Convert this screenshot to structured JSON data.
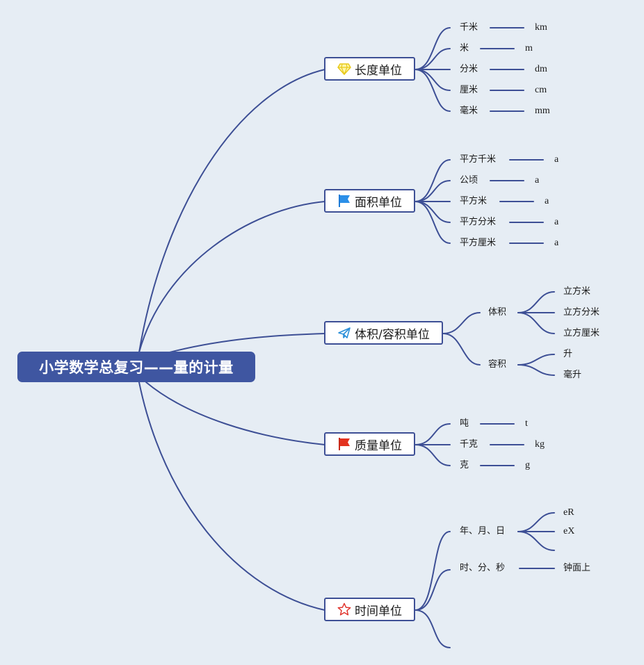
{
  "root": {
    "label": "小学数学总复习——量的计量"
  },
  "length": {
    "label": "长度单位",
    "icon": "diamond-icon",
    "items": [
      {
        "name": "千米",
        "unit": "km"
      },
      {
        "name": "米",
        "unit": "m"
      },
      {
        "name": "分米",
        "unit": "dm"
      },
      {
        "name": "厘米",
        "unit": "cm"
      },
      {
        "name": "毫米",
        "unit": "mm"
      }
    ]
  },
  "area": {
    "label": "面积单位",
    "icon": "blue-flag-icon",
    "items": [
      {
        "name": "平方千米",
        "unit": "a"
      },
      {
        "name": "公顷",
        "unit": "a"
      },
      {
        "name": "平方米",
        "unit": "a"
      },
      {
        "name": "平方分米",
        "unit": "a"
      },
      {
        "name": "平方厘米",
        "unit": "a"
      }
    ]
  },
  "volume": {
    "label": "体积/容积单位",
    "icon": "paper-plane-icon",
    "groups": [
      {
        "name": "体积",
        "items": [
          "立方米",
          "立方分米",
          "立方厘米"
        ]
      },
      {
        "name": "容积",
        "items": [
          "升",
          "毫升"
        ]
      }
    ]
  },
  "mass": {
    "label": "质量单位",
    "icon": "red-flag-icon",
    "items": [
      {
        "name": "吨",
        "unit": "t"
      },
      {
        "name": "千克",
        "unit": "kg"
      },
      {
        "name": "克",
        "unit": "g"
      }
    ]
  },
  "time": {
    "label": "时间单位",
    "icon": "star-icon",
    "ymd": {
      "name": "年、月、日",
      "subs": [
        "eR",
        "eX"
      ]
    },
    "hms": {
      "name": "时、分、秒",
      "note": "钟面上"
    }
  },
  "colors": {
    "background": "#e6edf4",
    "root": "#3f56a1",
    "connector": "#3d4f95"
  }
}
